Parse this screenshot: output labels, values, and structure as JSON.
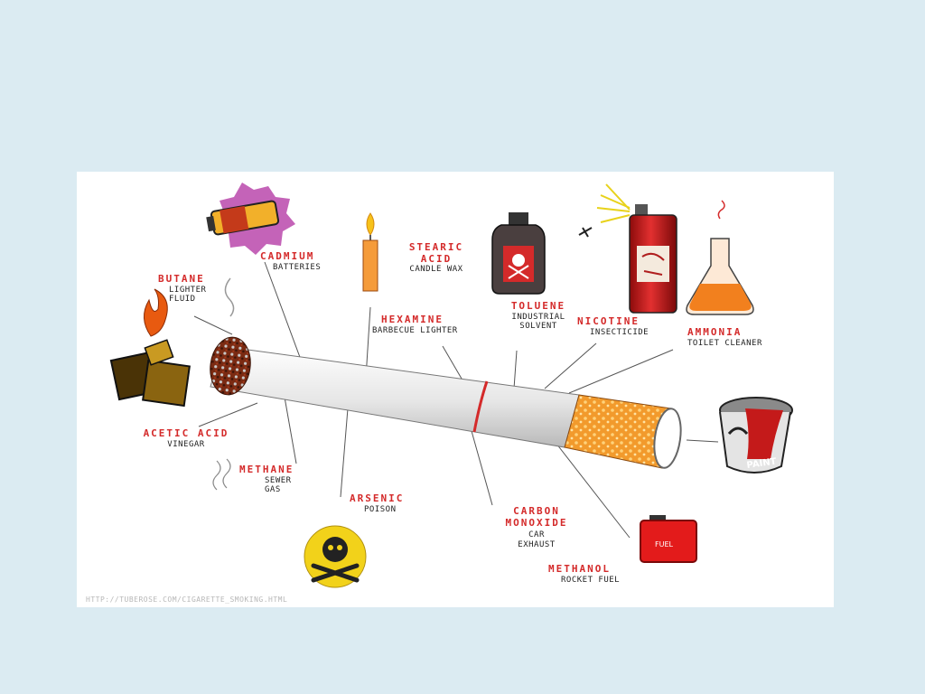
{
  "labels": {
    "cadmium": {
      "name": "CADMIUM",
      "use": "BATTERIES"
    },
    "stearic": {
      "name": "STEARIC ACID",
      "use": "CANDLE WAX"
    },
    "toluene": {
      "name": "TOLUENE",
      "use": "INDUSTRIAL SOLVENT"
    },
    "butane": {
      "name": "BUTANE",
      "use": "LIGHTER FLUID"
    },
    "hexamine": {
      "name": "HEXAMINE",
      "use": "BARBECUE LIGHTER"
    },
    "nicotine": {
      "name": "NICOTINE",
      "use": "INSECTICIDE"
    },
    "ammonia": {
      "name": "AMMONIA",
      "use": "TOILET CLEANER"
    },
    "acetic": {
      "name": "ACETIC ACID",
      "use": "VINEGAR"
    },
    "methane": {
      "name": "METHANE",
      "use": "SEWER GAS"
    },
    "arsenic": {
      "name": "ARSENIC",
      "use": "POISON"
    },
    "carbon": {
      "name": "CARBON MONOXIDE",
      "use": "CAR EXHAUST"
    },
    "methanol": {
      "name": "METHANOL",
      "use": "ROCKET FUEL"
    }
  },
  "paint_label": "PAINT",
  "fuel_label": "FUEL",
  "source_url": "HTTP://TUBEROSE.COM/CIGARETTE_SMOKING.HTML",
  "colors": {
    "page_background": "#dbebf2",
    "label_red": "#d42a2a",
    "filter_orange": "#f5a23a"
  }
}
